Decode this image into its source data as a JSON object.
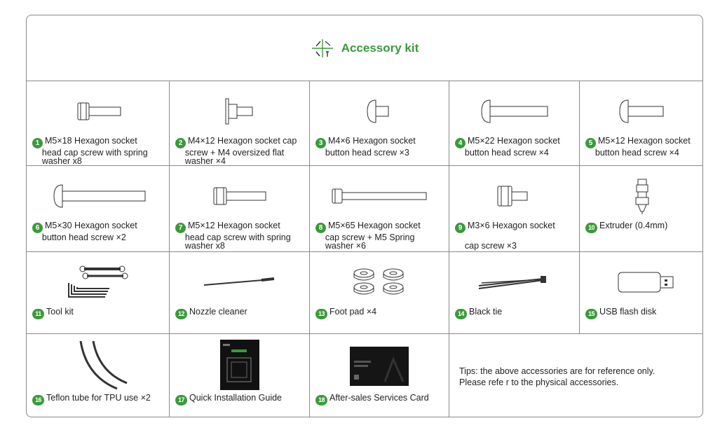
{
  "header": {
    "title": "Accessory kit",
    "icon": "tools-icon"
  },
  "colors": {
    "accent": "#3a9a3a",
    "border": "#8a8a8a",
    "text": "#222222"
  },
  "items": [
    {
      "num": "1",
      "line1": "M5×18 Hexagon socket",
      "line2": "head cap screw with spring",
      "line3": "washer x8"
    },
    {
      "num": "2",
      "line1": "M4×12 Hexagon socket cap",
      "line2": "screw + M4 oversized flat",
      "line3": "washer ×4"
    },
    {
      "num": "3",
      "line1": "M4×6 Hexagon socket",
      "line2": "button head screw ×3"
    },
    {
      "num": "4",
      "line1": "M5×22 Hexagon socket",
      "line2": "button head screw ×4"
    },
    {
      "num": "5",
      "line1": "M5×12 Hexagon socket",
      "line2": "button head screw ×4"
    },
    {
      "num": "6",
      "line1": "M5×30 Hexagon socket",
      "line2": "button head screw ×2"
    },
    {
      "num": "7",
      "line1": "M5×12 Hexagon socket",
      "line2": "head cap screw with spring",
      "line3": "washer x8"
    },
    {
      "num": "8",
      "line1": "M5×65 Hexagon socket",
      "line2": "cap screw + M5 Spring",
      "line3": "washer ×6"
    },
    {
      "num": "9",
      "line1": "M3×6 Hexagon socket",
      "line2": "cap screw ×3"
    },
    {
      "num": "10",
      "line1": "Extruder (0.4mm)"
    },
    {
      "num": "11",
      "line1": "Tool kit"
    },
    {
      "num": "12",
      "line1": "Nozzle cleaner"
    },
    {
      "num": "13",
      "line1": "Foot pad ×4"
    },
    {
      "num": "14",
      "line1": "Black tie"
    },
    {
      "num": "15",
      "line1": "USB flash disk"
    },
    {
      "num": "16",
      "line1": "Teflon tube for TPU use ×2"
    },
    {
      "num": "17",
      "line1": "Quick Installation Guide"
    },
    {
      "num": "18",
      "line1": "After-sales Services Card"
    }
  ],
  "tips": {
    "line1": "Tips: the above accessories are for reference only.",
    "line2": "Please refe r to the physical accessories."
  }
}
